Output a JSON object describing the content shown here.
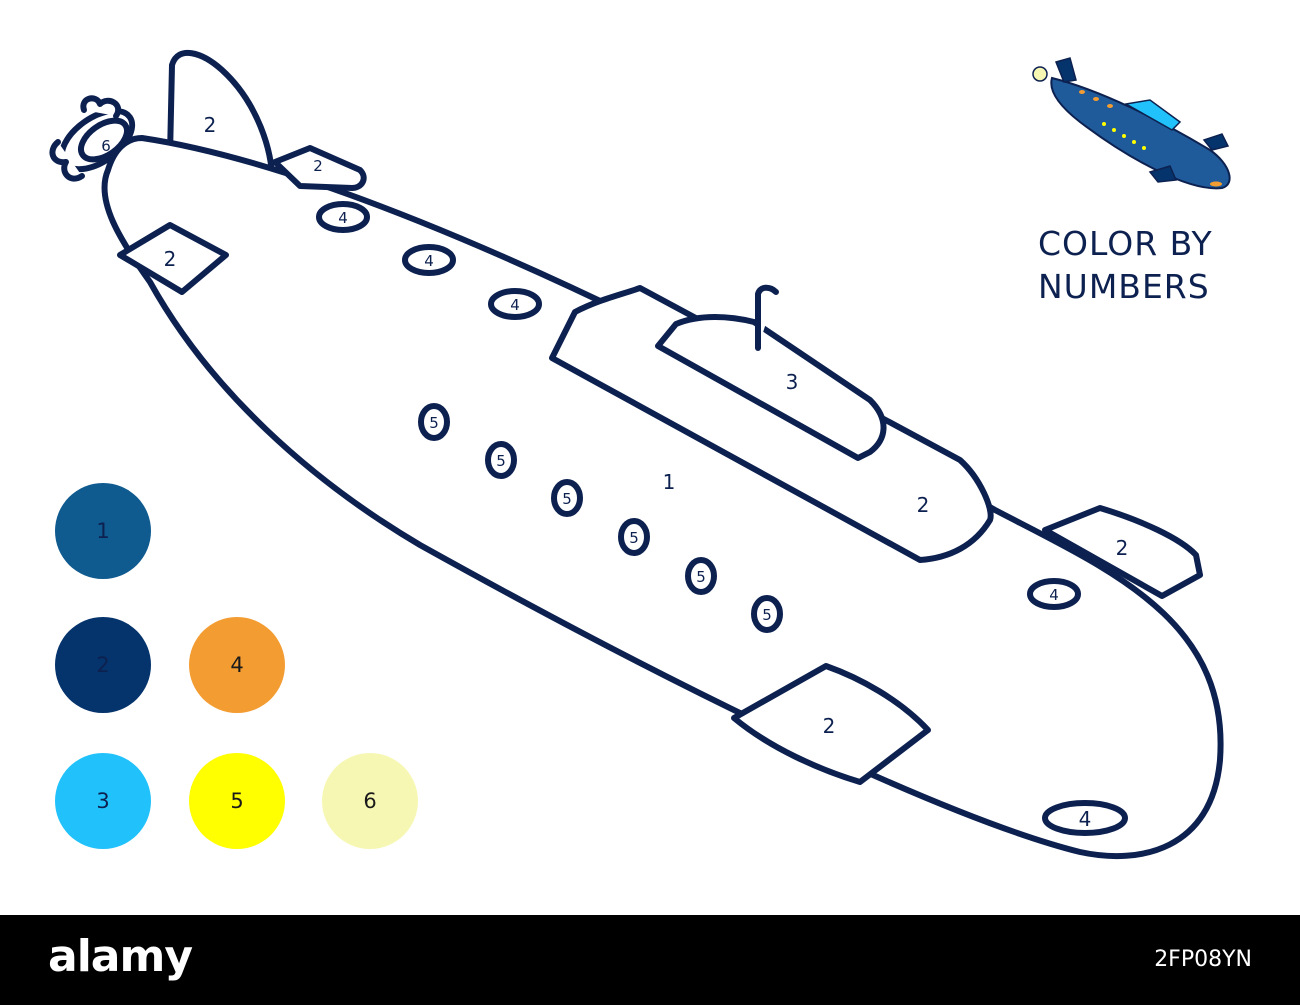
{
  "title": {
    "line1": "COLOR BY",
    "line2": "NUMBERS"
  },
  "outline_color": "#0d2150",
  "region_labels": {
    "hull": "1",
    "fin": "2",
    "tower": "3",
    "window": "4",
    "porthole": "5",
    "propeller": "6"
  },
  "palette": [
    {
      "label": "1",
      "color": "#0f5a8f",
      "text_color": "#0d2150"
    },
    {
      "label": "2",
      "color": "#05336b",
      "text_color": "#0d2150"
    },
    {
      "label": "4",
      "color": "#f39c31",
      "text_color": "#1a1a1a"
    },
    {
      "label": "3",
      "color": "#21c2fb",
      "text_color": "#0d2150"
    },
    {
      "label": "5",
      "color": "#ffff00",
      "text_color": "#1a1a1a"
    },
    {
      "label": "6",
      "color": "#f7f7b4",
      "text_color": "#1a1a1a"
    }
  ],
  "preview": {
    "hull_color": "#1f5a9a",
    "window_color": "#f39c31",
    "porthole_color": "#ffff00",
    "tower_color": "#21c2fb",
    "propeller_color": "#f7f7b4"
  },
  "footer": {
    "brand": "alamy",
    "image_id": "2FP08YN"
  }
}
